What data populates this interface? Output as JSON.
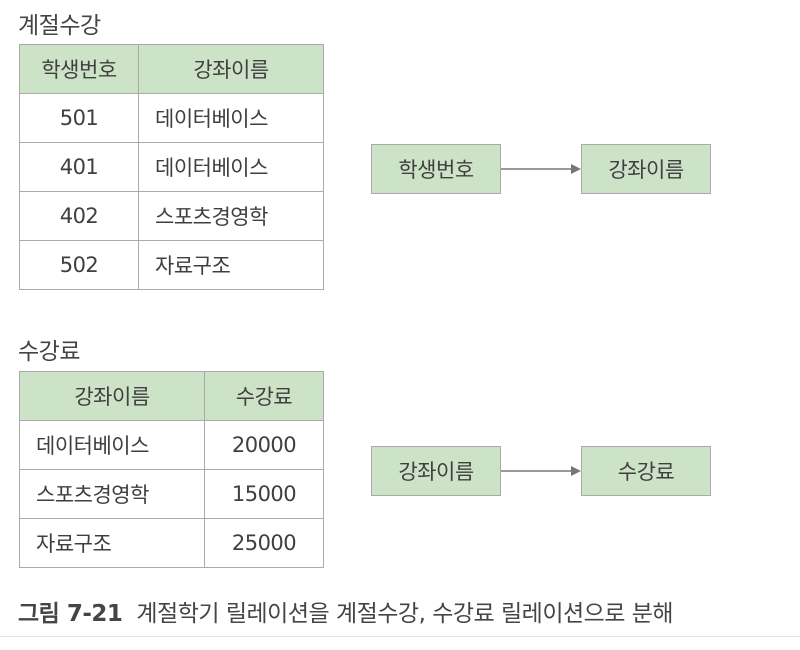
{
  "relation1": {
    "title": "계절수강",
    "headers": [
      "학생번호",
      "강좌이름"
    ],
    "rows": [
      [
        "501",
        "데이터베이스"
      ],
      [
        "401",
        "데이터베이스"
      ],
      [
        "402",
        "스포츠경영학"
      ],
      [
        "502",
        "자료구조"
      ]
    ],
    "fd": {
      "from": "학생번호",
      "to": "강좌이름"
    }
  },
  "relation2": {
    "title": "수강료",
    "headers": [
      "강좌이름",
      "수강료"
    ],
    "rows": [
      [
        "데이터베이스",
        "20000"
      ],
      [
        "스포츠경영학",
        "15000"
      ],
      [
        "자료구조",
        "25000"
      ]
    ],
    "fd": {
      "from": "강좌이름",
      "to": "수강료"
    }
  },
  "caption": {
    "number": "그림 7-21",
    "text": "계절학기 릴레이션을 계절수강, 수강료 릴레이션으로 분해"
  },
  "colors": {
    "header_fill": "#cde3c8",
    "border": "#aaaaaa",
    "arrow": "#777777"
  }
}
